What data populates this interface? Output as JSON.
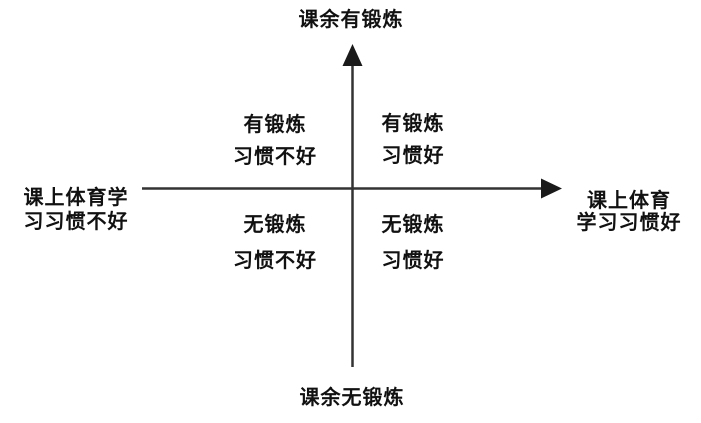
{
  "diagram": {
    "type": "quadrant-diagram",
    "colors": {
      "background": "#ffffff",
      "axis": "#333333",
      "text": "#111111"
    },
    "axes": {
      "vertical_top_label": "课余有锻炼",
      "vertical_bottom_label": "课余无锻炼",
      "horizontal_left_label_line1": "课上体育学",
      "horizontal_left_label_line2": "习习惯不好",
      "horizontal_right_label_line1": "课上体育",
      "horizontal_right_label_line2": "学习习惯好"
    },
    "quadrants": {
      "top_left": {
        "line1": "有锻炼",
        "line2": "习惯不好"
      },
      "top_right": {
        "line1": "有锻炼",
        "line2": "习惯好"
      },
      "bottom_left": {
        "line1": "无锻炼",
        "line2": "习惯不好"
      },
      "bottom_right": {
        "line1": "无锻炼",
        "line2": "习惯好"
      }
    }
  }
}
